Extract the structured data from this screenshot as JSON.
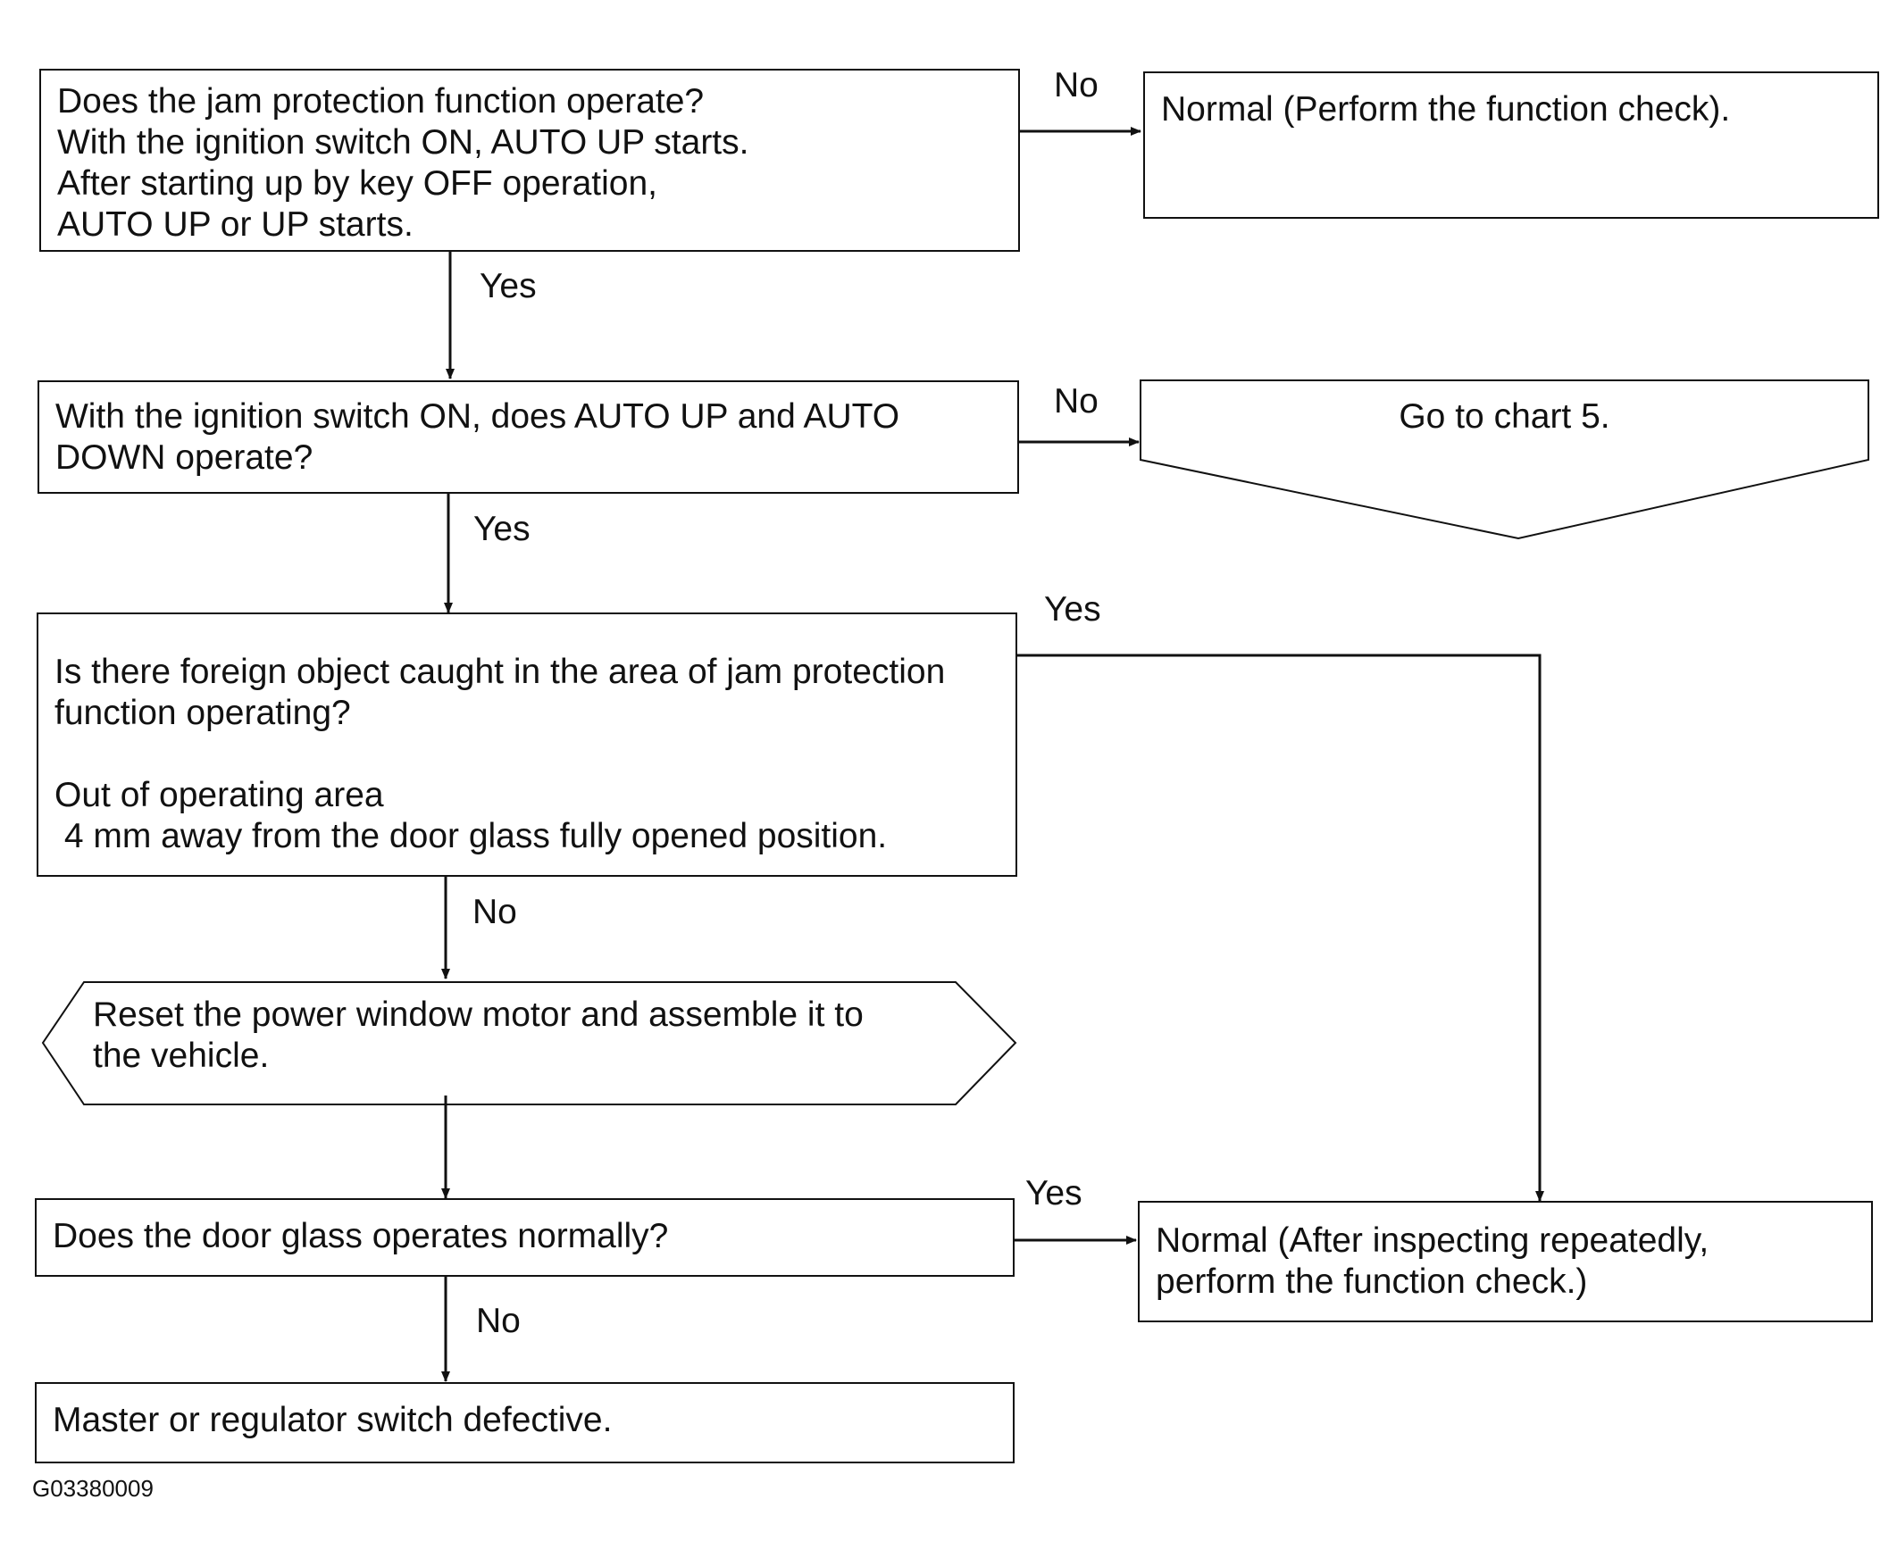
{
  "nodes": {
    "q1": {
      "lines": [
        "Does the jam protection function operate?",
        "With the ignition switch ON, AUTO UP starts.",
        "After starting up by key OFF operation,",
        "AUTO UP or UP starts."
      ]
    },
    "normal1": {
      "text": "Normal (Perform the function check)."
    },
    "q2": {
      "lines": [
        "With the ignition switch ON, does AUTO UP and AUTO",
        "DOWN operate?"
      ]
    },
    "chart5": {
      "text": "Go to chart 5."
    },
    "q3": {
      "lines": [
        "Is there foreign object caught in the area of jam protection",
        "function operating?"
      ],
      "note_lines": [
        "Out of operating area",
        " 4 mm away from the door glass fully opened position."
      ]
    },
    "reset": {
      "lines": [
        "Reset the power window motor and assemble it to",
        "the vehicle."
      ]
    },
    "q4": {
      "text": "Does the door glass operates normally?"
    },
    "normal2": {
      "lines": [
        "Normal (After inspecting repeatedly,",
        "perform the function check.)"
      ]
    },
    "defect": {
      "text": "Master or regulator switch defective."
    }
  },
  "edge_labels": {
    "q1_no": "No",
    "q1_yes": "Yes",
    "q2_no": "No",
    "q2_yes": "Yes",
    "q3_yes": "Yes",
    "q3_no": "No",
    "q4_yes": "Yes",
    "q4_no": "No"
  },
  "figure_code": "G03380009",
  "colors": {
    "line": "#111111",
    "background": "#ffffff"
  }
}
